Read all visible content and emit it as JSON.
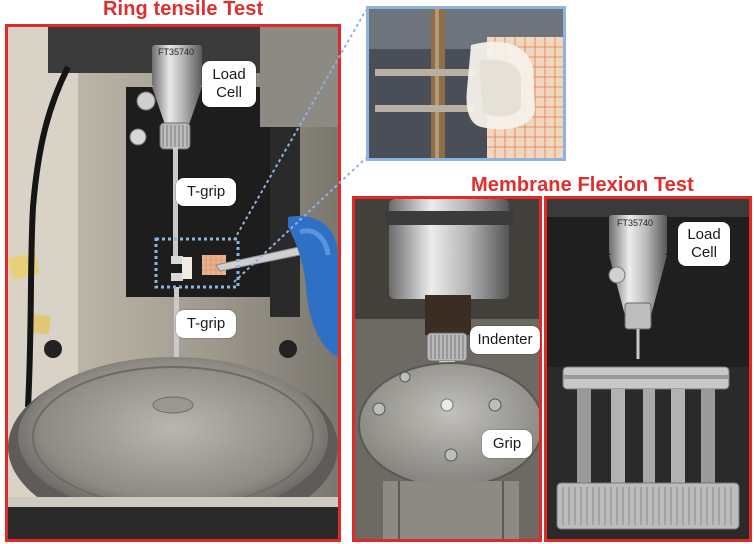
{
  "titles": {
    "ring": "Ring tensile Test",
    "membrane": "Membrane Flexion Test"
  },
  "labels": {
    "load_cell_ring": "Load\nCell",
    "tgrip_top": "T-grip",
    "tgrip_bottom": "T-grip",
    "indenter": "Indenter",
    "grip": "Grip",
    "load_cell_membrane": "Load\nCell",
    "serial_ring": "FT35740",
    "serial_membrane": "FT35740"
  },
  "colors": {
    "frame_red": "#e02a2a",
    "title_red": "#e12d2d",
    "zoom_blue": "#8fb3e0",
    "glove_blue": "#2f6fc4"
  }
}
